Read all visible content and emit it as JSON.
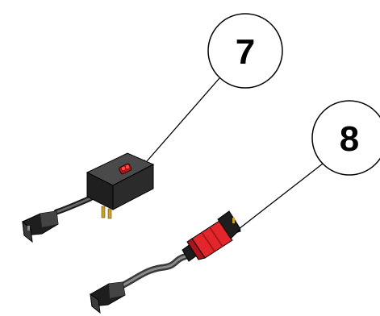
{
  "callouts": [
    {
      "label": "7",
      "part": "gfci-power-cord"
    },
    {
      "label": "8",
      "part": "locking-power-cord"
    }
  ],
  "colors": {
    "housing": "#2b2b2b",
    "housing_top": "#4a4a4a",
    "indicator": "#d7191c",
    "lock_collar": "#e3262b",
    "cable": "#5a5a5a",
    "outline": "#000000"
  }
}
